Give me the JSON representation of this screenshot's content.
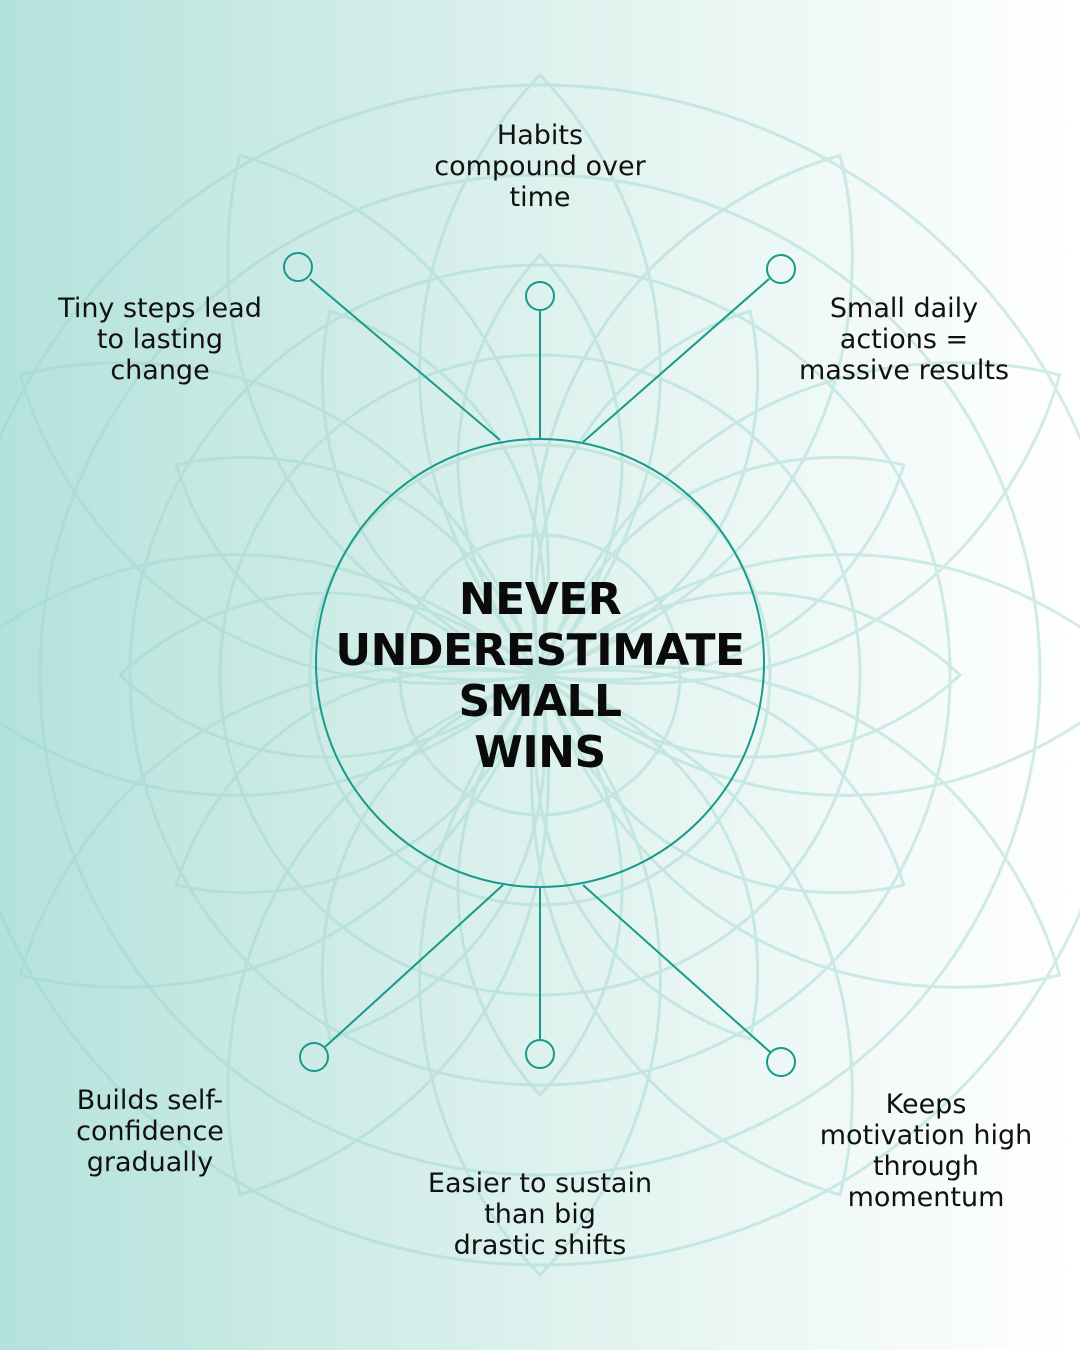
{
  "title": {
    "lines": [
      "NEVER",
      "UNDERESTIMATE",
      "SMALL",
      "WINS"
    ]
  },
  "points": [
    {
      "id": "top",
      "lines": [
        "Habits",
        "compound over",
        "time"
      ]
    },
    {
      "id": "top-left",
      "lines": [
        "Tiny steps lead",
        "to lasting",
        "change"
      ]
    },
    {
      "id": "top-right",
      "lines": [
        "Small daily",
        "actions =",
        "massive results"
      ]
    },
    {
      "id": "bottom-left",
      "lines": [
        "Builds self-",
        "confidence",
        "gradually"
      ]
    },
    {
      "id": "bottom-center",
      "lines": [
        "Easier to sustain",
        "than big",
        "drastic shifts"
      ]
    },
    {
      "id": "bottom-right",
      "lines": [
        "Keeps",
        "motivation high",
        "through",
        "momentum"
      ]
    }
  ],
  "colors": {
    "accent": "#179a8c",
    "pattern": "#9dd6cd",
    "text": "#111111",
    "background_left": "#b4e2dc",
    "background_right": "#ffffff"
  },
  "icons": {
    "node": "circle-node-icon",
    "pattern": "lotus-mandala-pattern"
  }
}
